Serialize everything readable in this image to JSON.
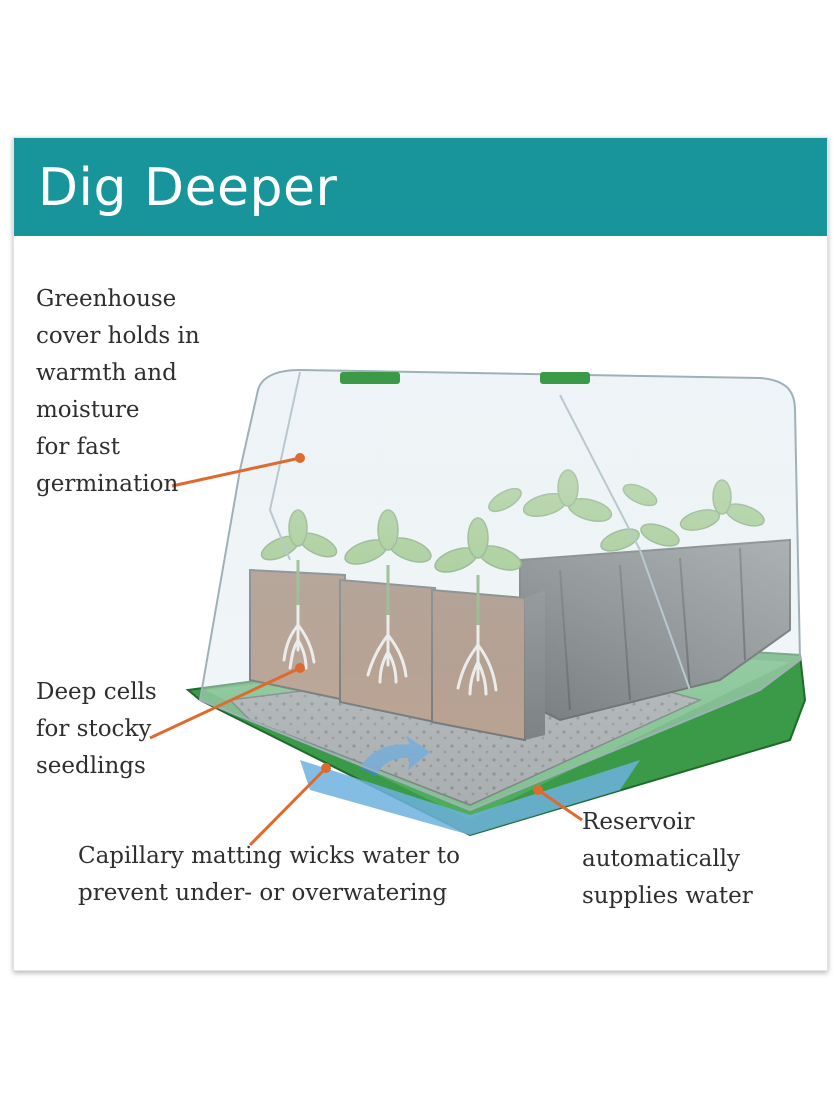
{
  "header": {
    "title": "Dig Deeper"
  },
  "callouts": {
    "cover": "Greenhouse\ncover holds in\nwarmth and\nmoisture\nfor fast\ngermination",
    "cells": "Deep cells\nfor stocky\nseedlings",
    "matting": "Capillary matting wicks water to\nprevent under- or overwatering",
    "reservoir": "Reservoir\nautomatically\nsupplies water"
  },
  "colors": {
    "banner": "#17959b",
    "leader": "#de6a2f",
    "tray": "#3a9a48",
    "soil": "#8a5a3a",
    "water": "#6fb2de",
    "leaf": "#6dae3c"
  }
}
